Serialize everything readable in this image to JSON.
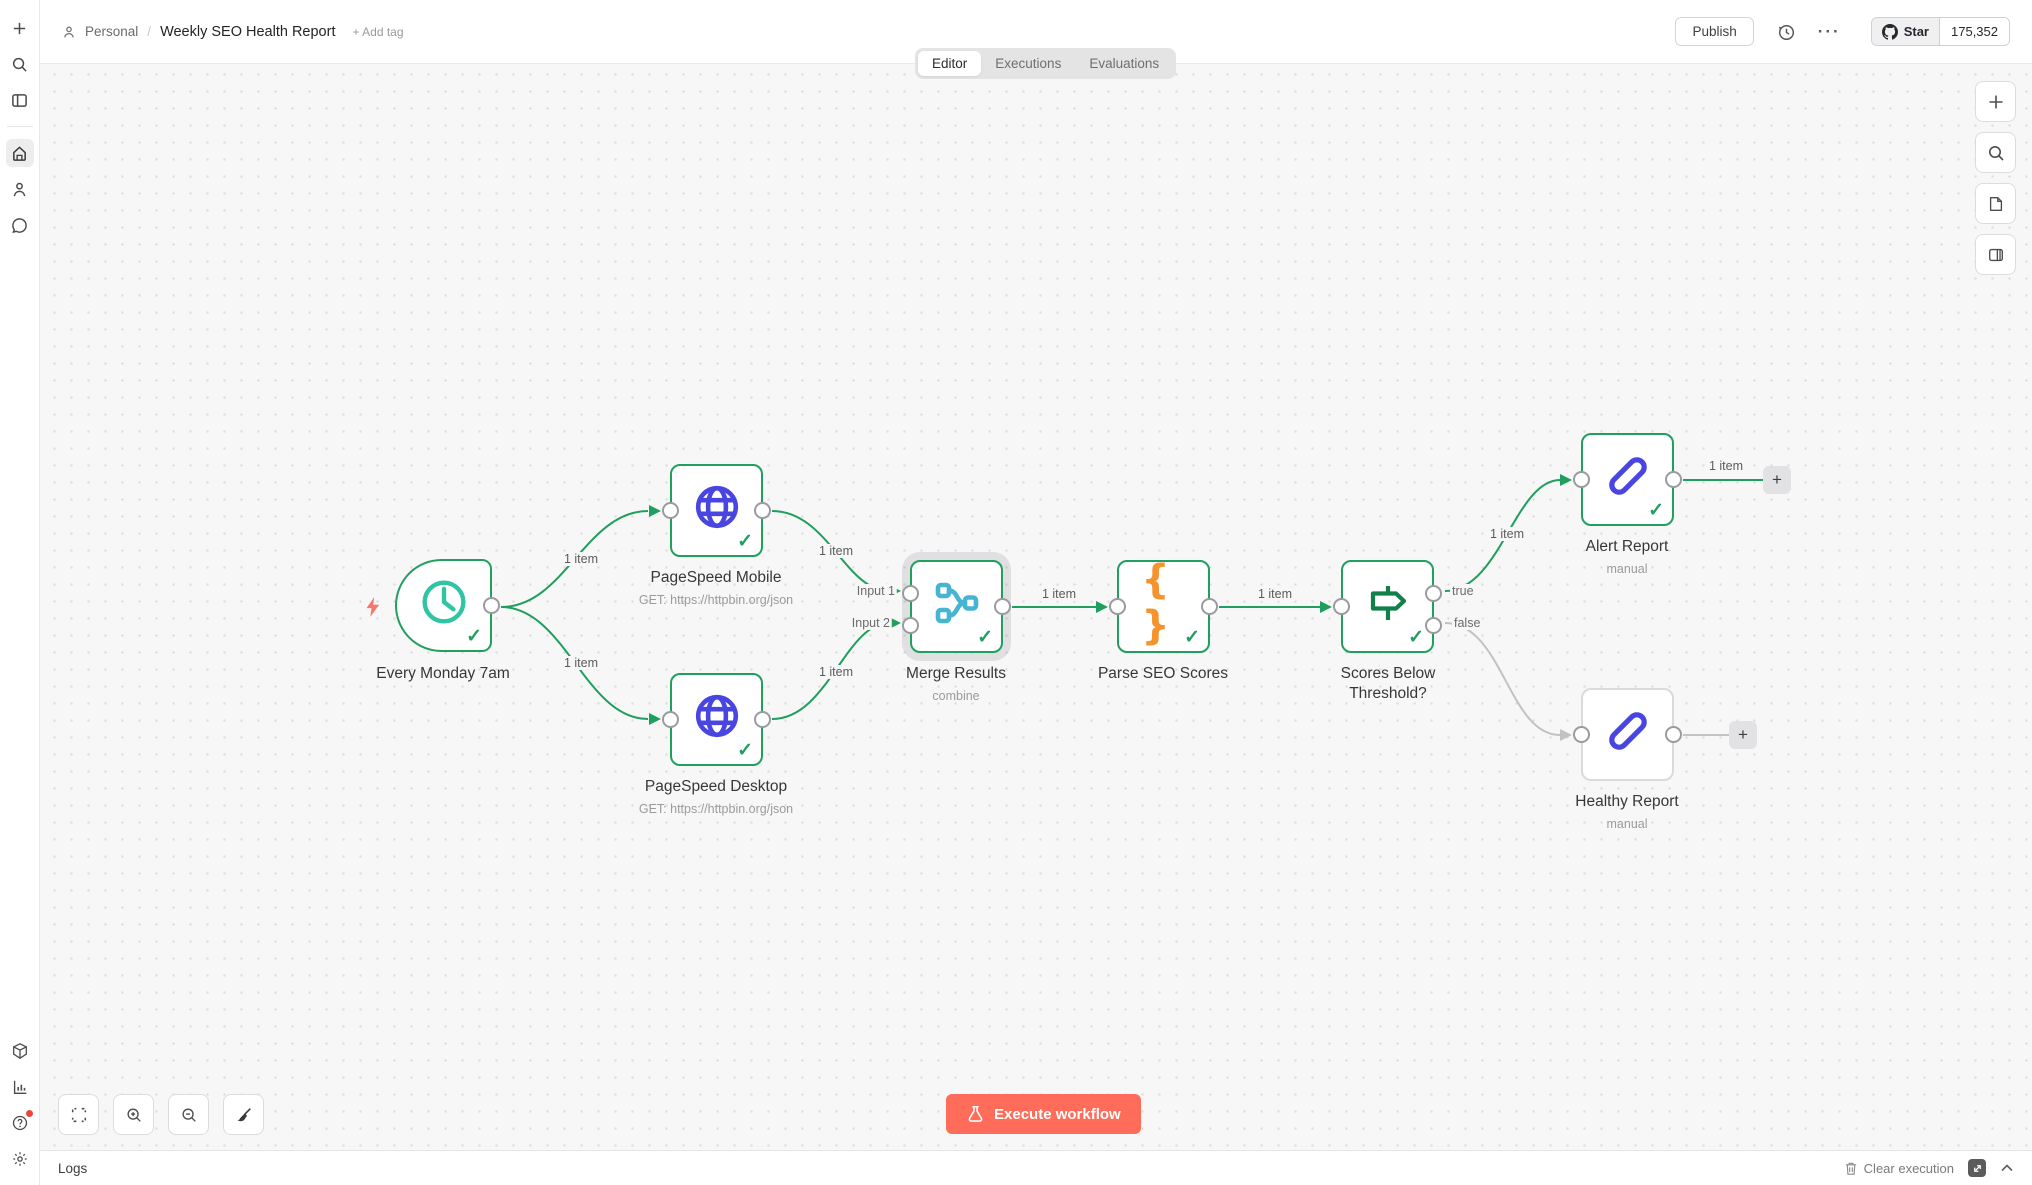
{
  "colors": {
    "success_green": "#209f5e",
    "execute_coral": "#ff6d5a",
    "indigo_icon": "#4845e0",
    "teal_icon": "#2fc4a3",
    "cyan_icon": "#45b5d2",
    "orange_icon": "#f5942e",
    "dark_green_icon": "#11804b",
    "canvas_bg": "#f7f7f8",
    "idle_gray": "#dadada"
  },
  "glyphs": {
    "check": "✓",
    "plus": "+",
    "braces": "{ }",
    "ellipsis": "···"
  },
  "sidebar": {
    "icons": [
      "plus",
      "search",
      "panel-toggle",
      "home",
      "user",
      "chat",
      "package",
      "bar-chart",
      "help",
      "settings"
    ]
  },
  "header": {
    "breadcrumb": {
      "project": "Personal",
      "separator": "/",
      "title": "Weekly SEO Health Report",
      "add_tag_label": "+ Add tag"
    },
    "tabs": [
      {
        "label": "Editor",
        "active": true
      },
      {
        "label": "Executions",
        "active": false
      },
      {
        "label": "Evaluations",
        "active": false
      }
    ],
    "publish_label": "Publish",
    "github": {
      "star_label": "Star",
      "star_count": "175,352"
    }
  },
  "canvas": {
    "nodes": [
      {
        "name": "Every Monday 7am",
        "subtitle": "",
        "icon": "clock",
        "type": "schedule-trigger",
        "status": "success"
      },
      {
        "name": "PageSpeed Mobile",
        "subtitle": "GET: https://httpbin.org/json",
        "icon": "globe",
        "type": "http-request",
        "status": "success"
      },
      {
        "name": "PageSpeed Desktop",
        "subtitle": "GET: https://httpbin.org/json",
        "icon": "globe",
        "type": "http-request",
        "status": "success"
      },
      {
        "name": "Merge Results",
        "subtitle": "combine",
        "icon": "merge",
        "type": "merge",
        "status": "success",
        "selected": true
      },
      {
        "name": "Parse SEO Scores",
        "subtitle": "",
        "icon": "code-braces",
        "type": "code",
        "status": "success"
      },
      {
        "name": "Scores Below Threshold?",
        "subtitle": "",
        "icon": "signpost",
        "type": "if",
        "status": "success"
      },
      {
        "name": "Alert Report",
        "subtitle": "manual",
        "icon": "pen",
        "type": "set",
        "status": "success"
      },
      {
        "name": "Healthy Report",
        "subtitle": "manual",
        "icon": "pen",
        "type": "set",
        "status": "idle"
      }
    ],
    "edges": [
      {
        "from": "Every Monday 7am",
        "to": "PageSpeed Mobile",
        "label": "1 item"
      },
      {
        "from": "Every Monday 7am",
        "to": "PageSpeed Desktop",
        "label": "1 item"
      },
      {
        "from": "PageSpeed Mobile",
        "to": "Merge Results",
        "label": "1 item",
        "to_port": "Input 1"
      },
      {
        "from": "PageSpeed Desktop",
        "to": "Merge Results",
        "label": "1 item",
        "to_port": "Input 2"
      },
      {
        "from": "Merge Results",
        "to": "Parse SEO Scores",
        "label": "1 item"
      },
      {
        "from": "Parse SEO Scores",
        "to": "Scores Below Threshold?",
        "label": "1 item"
      },
      {
        "from": "Scores Below Threshold?",
        "to": "Alert Report",
        "label": "1 item",
        "from_port": "true"
      },
      {
        "from": "Scores Below Threshold?",
        "to": "Healthy Report",
        "label": "",
        "from_port": "false"
      },
      {
        "from": "Alert Report",
        "to": "add-next-node",
        "label": "1 item"
      }
    ],
    "port_labels": {
      "input1": "Input 1",
      "input2": "Input 2",
      "true": "true",
      "false": "false"
    }
  },
  "controls": {
    "zoom_buttons": [
      "fit-view",
      "zoom-in",
      "zoom-out",
      "tidy-up"
    ],
    "execute_label": "Execute workflow",
    "right_panel_buttons": [
      "add-node",
      "search-nodes",
      "sticky-note",
      "toggle-right-panel"
    ]
  },
  "logs_bar": {
    "title": "Logs",
    "clear_label": "Clear execution"
  }
}
